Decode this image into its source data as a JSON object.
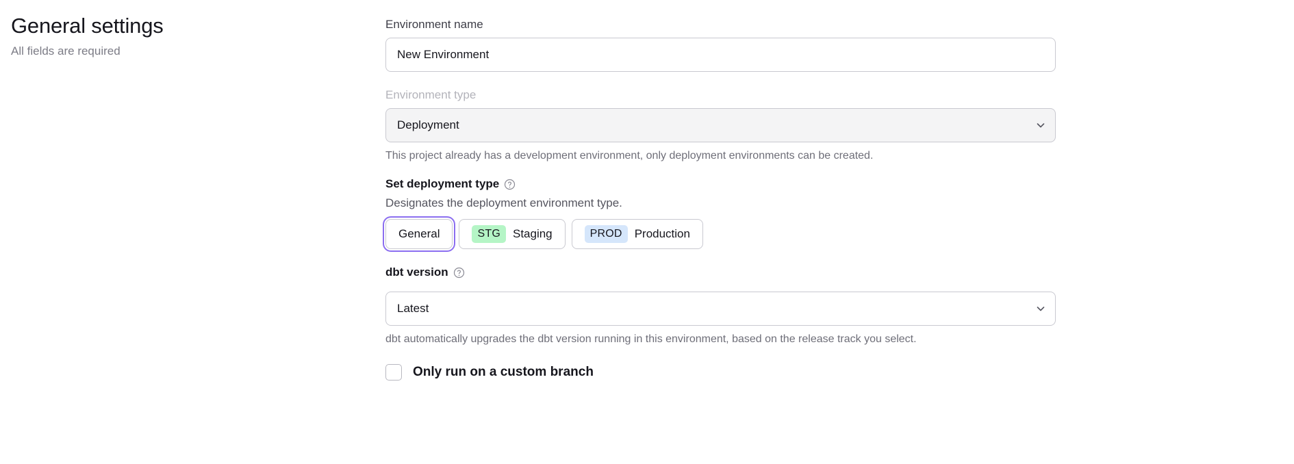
{
  "header": {
    "title": "General settings",
    "subtitle": "All fields are required"
  },
  "form": {
    "environment_name": {
      "label": "Environment name",
      "value": "New Environment",
      "placeholder": "Environment name"
    },
    "environment_type": {
      "label": "Environment type",
      "value": "Deployment",
      "disabled": true,
      "helper": "This project already has a development environment, only deployment environments can be created.",
      "chevron_icon": "chevron-down-icon"
    },
    "deployment_type": {
      "label": "Set deployment type",
      "help_icon": "help-circle-icon",
      "description": "Designates the deployment environment type.",
      "options": [
        {
          "label": "General",
          "badge": "",
          "badge_kind": "",
          "selected": true
        },
        {
          "label": "Staging",
          "badge": "STG",
          "badge_kind": "stg",
          "selected": false
        },
        {
          "label": "Production",
          "badge": "PROD",
          "badge_kind": "prod",
          "selected": false
        }
      ]
    },
    "dbt_version": {
      "label": "dbt version",
      "help_icon": "help-circle-icon",
      "value": "Latest",
      "helper": "dbt automatically upgrades the dbt version running in this environment, based on the release track you select.",
      "chevron_icon": "chevron-down-icon"
    },
    "custom_branch": {
      "label": "Only run on a custom branch",
      "checked": false
    }
  },
  "colors": {
    "focus_ring": "#8b6ef0",
    "badge_stg_bg": "#b5f5c6",
    "badge_prod_bg": "#d5e6fb",
    "disabled_fill": "#f4f4f5",
    "border": "#c9c9d0",
    "text_primary": "#16161d",
    "text_muted": "#6e6e78"
  }
}
